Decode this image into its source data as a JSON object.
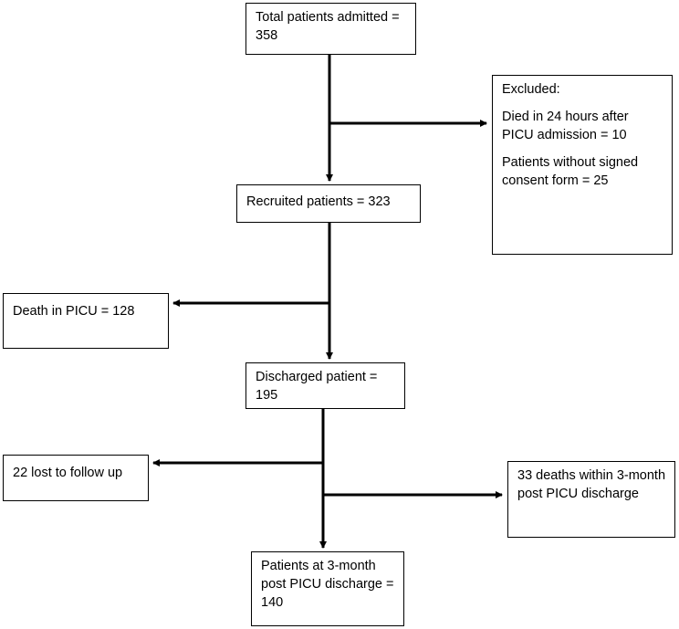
{
  "flow": {
    "total": "Total patients admitted = 358",
    "excluded_title": "Excluded:",
    "excluded_item1": "Died in 24 hours after PICU admission = 10",
    "excluded_item2": "Patients without signed consent form = 25",
    "recruited": "Recruited patients = 323",
    "death_picu": "Death in PICU = 128",
    "discharged": "Discharged patient = 195",
    "lost": "22 lost to follow up",
    "deaths_3month": "33 deaths within 3-month post PICU discharge",
    "patients_3month": "Patients at 3-month post PICU discharge = 140"
  },
  "colors": {
    "line": "#000000",
    "box_border": "#000000",
    "background": "#ffffff"
  }
}
